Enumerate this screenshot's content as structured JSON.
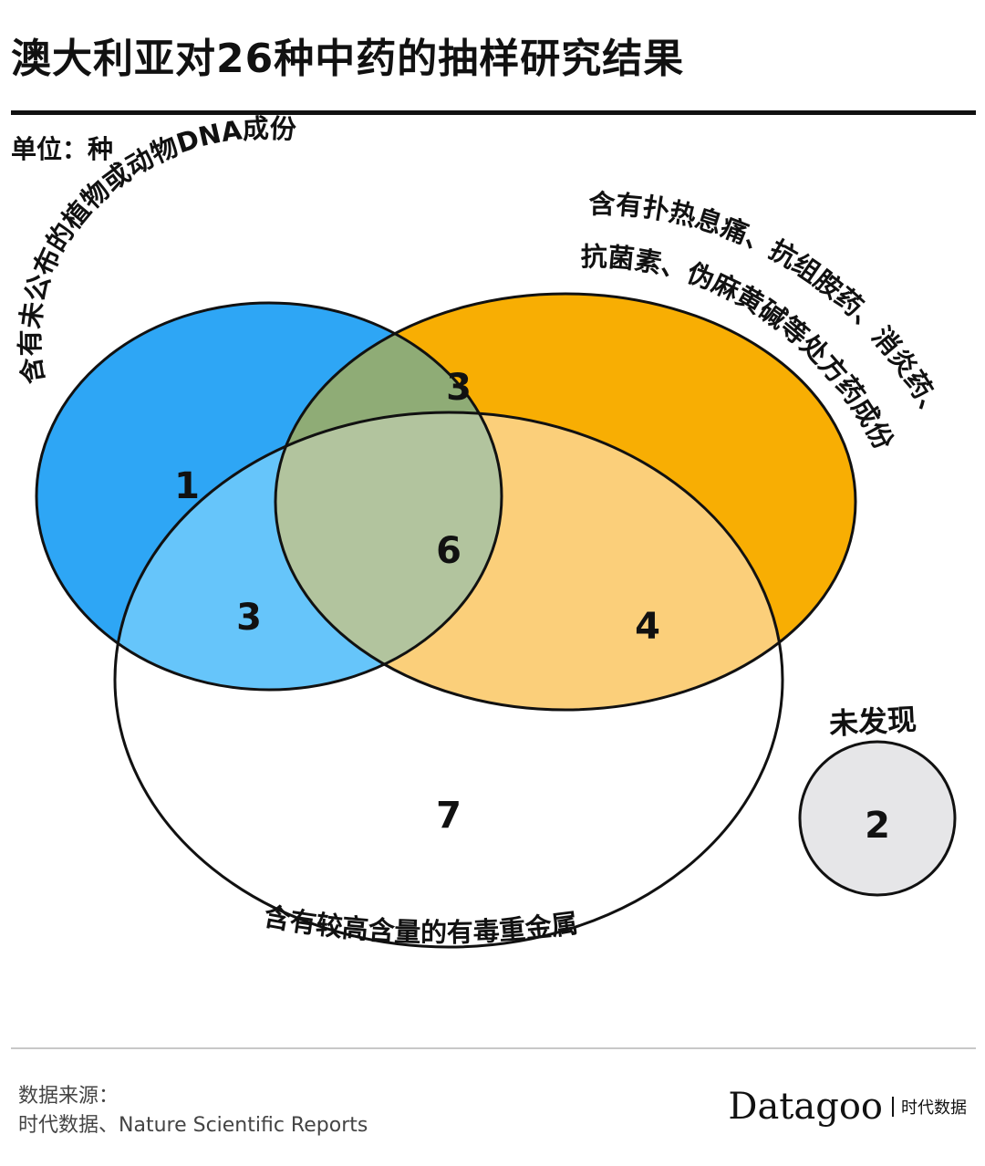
{
  "title": "澳大利亚对26种中药的抽样研究结果",
  "unit": "单位：种",
  "chart_data": {
    "type": "venn",
    "sets": [
      {
        "id": "dna",
        "name": "含有未公布的植物或动物DNA成份",
        "color": "#2ea6f5"
      },
      {
        "id": "drug",
        "name": "含有扑热息痛、抗组胺药、消炎药、抗菌素、伪麻黄碱等处方药成份",
        "color": "#f8ae03"
      },
      {
        "id": "metal",
        "name": "含有较高含量的有毒重金属",
        "color": "#ffffff"
      }
    ],
    "regions": [
      {
        "sets": [
          "dna"
        ],
        "value": 1,
        "color": "#2ea6f5"
      },
      {
        "sets": [
          "dna",
          "drug"
        ],
        "value": 3,
        "color": "#8fac76"
      },
      {
        "sets": [
          "dna",
          "metal"
        ],
        "value": 3,
        "color": "#66c5fa"
      },
      {
        "sets": [
          "dna",
          "drug",
          "metal"
        ],
        "value": 6,
        "color": "#b2c49e"
      },
      {
        "sets": [
          "drug",
          "metal"
        ],
        "value": 4,
        "color": "#fbcf7a"
      },
      {
        "sets": [
          "metal"
        ],
        "value": 7,
        "color": "#ffffff"
      }
    ],
    "not_found": {
      "label": "未发现",
      "value": 2,
      "color": "#e6e6e8"
    }
  },
  "footer": {
    "source_label": "数据来源：",
    "source_text": "时代数据、Nature Scientific Reports",
    "brand_name": "Datagoo",
    "brand_cn": "时代数据"
  }
}
